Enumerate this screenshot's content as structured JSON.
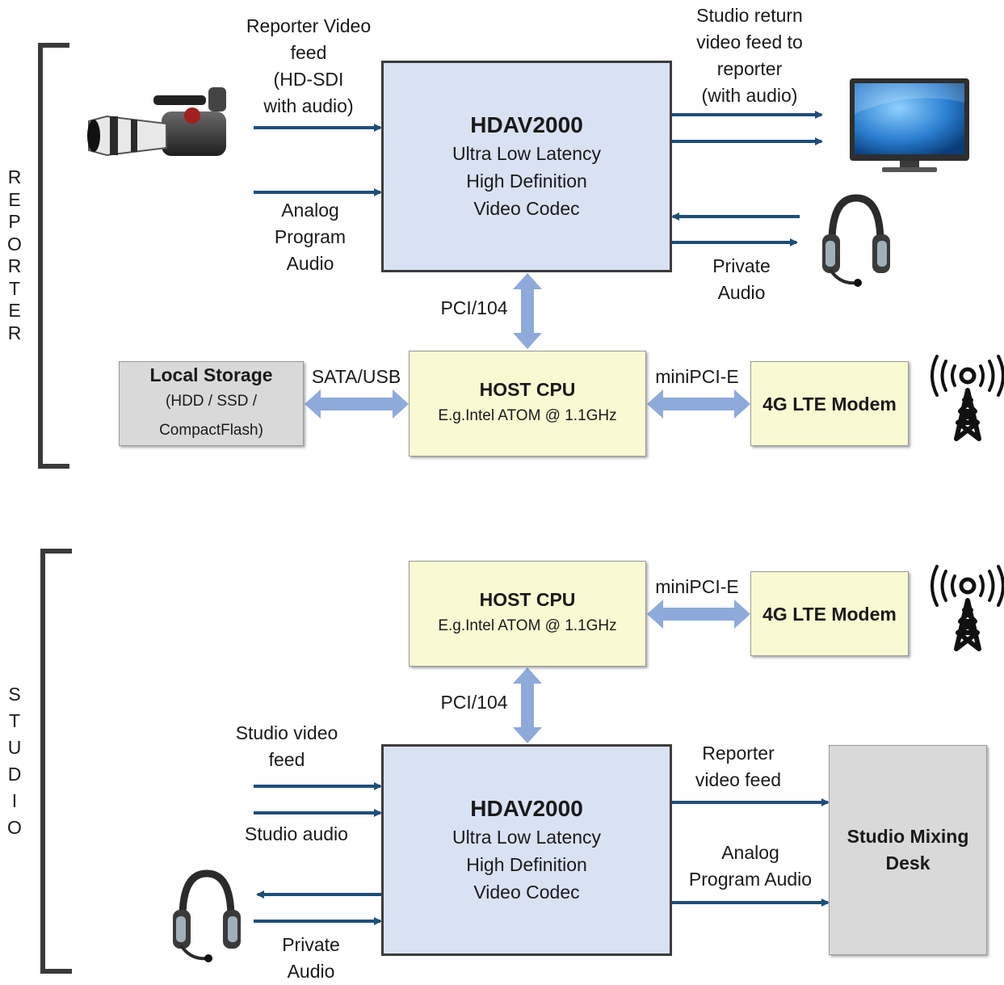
{
  "reporter": {
    "section_label": "R\nE\nP\nO\nR\nT\nE\nR",
    "codec": {
      "title": "HDAV2000",
      "line1": "Ultra Low Latency",
      "line2": "High Definition",
      "line3": "Video Codec"
    },
    "cpu": {
      "title": "HOST CPU",
      "subtitle": "E.g.Intel ATOM @ 1.1GHz"
    },
    "modem": {
      "title": "4G LTE Modem"
    },
    "storage": {
      "title": "Local Storage",
      "line1": "(HDD / SSD /",
      "line2": "CompactFlash)"
    },
    "labels": {
      "video_in": "Reporter Video\nfeed\n(HD-SDI\nwith audio)",
      "analog_audio": "Analog\nProgram\nAudio",
      "return_feed": "Studio return\nvideo feed to\nreporter\n(with audio)",
      "private_audio": "Private\nAudio",
      "pci": "PCI/104",
      "sata": "SATA/USB",
      "minipci": "miniPCI-E"
    }
  },
  "studio": {
    "section_label": "S\nT\nU\nD\nI\nO",
    "codec": {
      "title": "HDAV2000",
      "line1": "Ultra Low Latency",
      "line2": "High Definition",
      "line3": "Video Codec"
    },
    "cpu": {
      "title": "HOST CPU",
      "subtitle": "E.g.Intel ATOM @ 1.1GHz"
    },
    "modem": {
      "title": "4G LTE Modem"
    },
    "mixing_desk": {
      "title": "Studio Mixing\nDesk"
    },
    "labels": {
      "video_in": "Studio video\nfeed",
      "audio_in": "Studio audio",
      "private_audio": "Private\nAudio",
      "reporter_feed": "Reporter\nvideo feed",
      "analog_audio": "Analog\nProgram Audio",
      "pci": "PCI/104",
      "minipci": "miniPCI-E"
    }
  },
  "colors": {
    "arrow": "#1f4e79",
    "double_arrow": "#8eaadb",
    "codec_fill": "#d9e2f3",
    "cpu_fill": "#fafad2",
    "grey_fill": "#d9d9d9"
  },
  "icons": [
    "video-camera-icon",
    "monitor-icon",
    "headset-icon",
    "radio-tower-icon"
  ]
}
